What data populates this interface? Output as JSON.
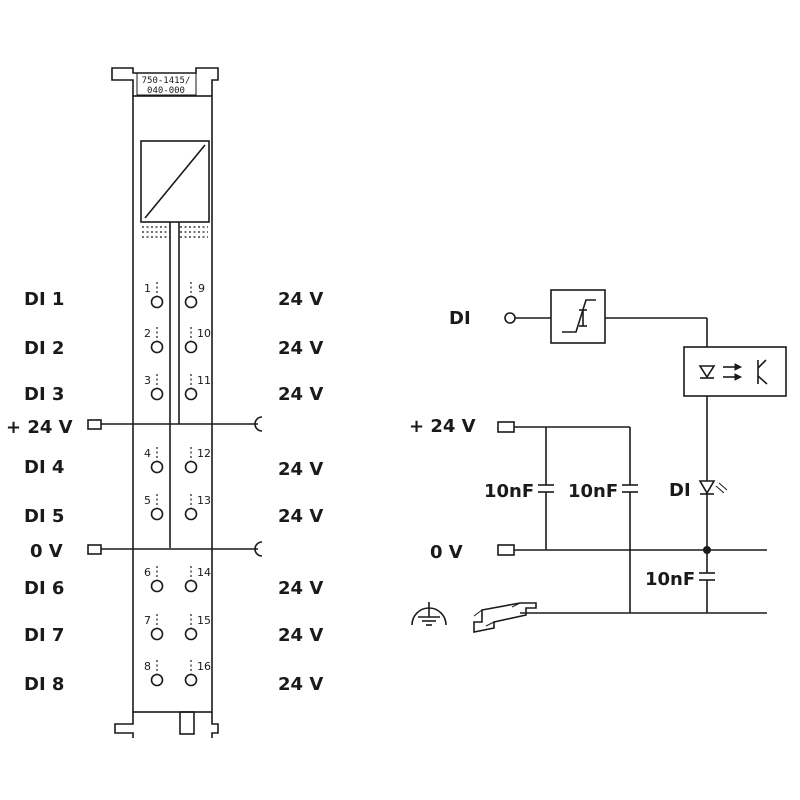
{
  "module": {
    "part_number_line1": "750-1415/",
    "part_number_line2": "040-000"
  },
  "left_labels": {
    "di1": "DI 1",
    "di2": "DI 2",
    "di3": "DI 3",
    "plus24": "+ 24 V",
    "di4": "DI 4",
    "di5": "DI 5",
    "zero": "0 V",
    "di6": "DI 6",
    "di7": "DI 7",
    "di8": "DI 8"
  },
  "right_labels": {
    "r1": "24 V",
    "r2": "24 V",
    "r3": "24 V",
    "r4": "24 V",
    "r5": "24 V",
    "r6": "24 V",
    "r7": "24 V",
    "r8": "24 V"
  },
  "terminals": {
    "t1": "1",
    "t2": "2",
    "t3": "3",
    "t4": "4",
    "t5": "5",
    "t6": "6",
    "t7": "7",
    "t8": "8",
    "t9": "9",
    "t10": "10",
    "t11": "11",
    "t12": "12",
    "t13": "13",
    "t14": "14",
    "t15": "15",
    "t16": "16"
  },
  "schematic": {
    "di": "DI",
    "plus24": "+ 24 V",
    "zero": "0 V",
    "cap1": "10nF",
    "cap2": "10nF",
    "cap3": "10nF",
    "led": "DI"
  }
}
